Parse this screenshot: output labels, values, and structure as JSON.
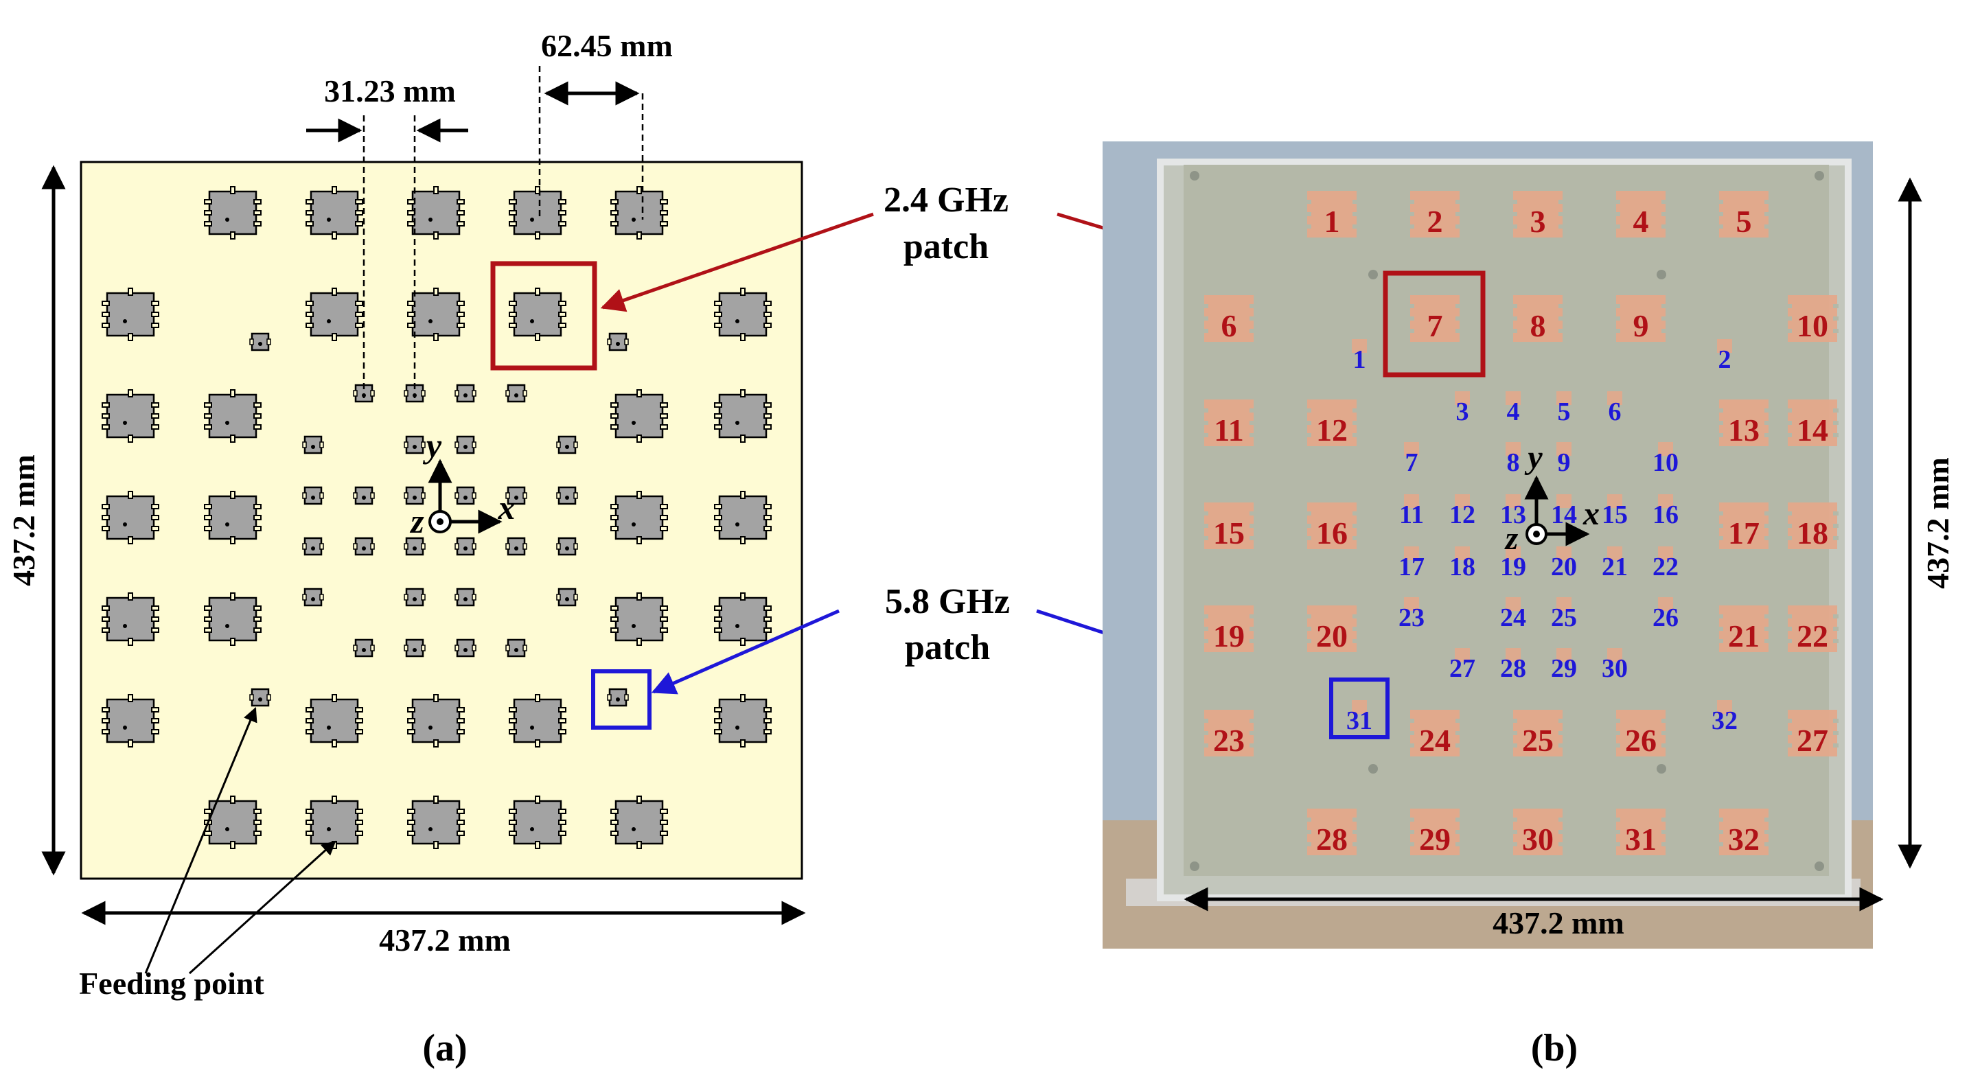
{
  "figure": {
    "panel_a": {
      "caption": "(a)",
      "dim_top_wide": "62.45 mm",
      "dim_top_narrow": "31.23 mm",
      "dim_left": "437.2 mm",
      "dim_bottom": "437.2 mm",
      "feeding_point_label": "Feeding point",
      "axis_x": "x",
      "axis_y": "y",
      "axis_z": "z"
    },
    "callouts": {
      "patch_24_line1": "2.4 GHz",
      "patch_24_line2": "patch",
      "patch_58_line1": "5.8 GHz",
      "patch_58_line2": "patch"
    },
    "panel_b": {
      "caption": "(b)",
      "dim_right": "437.2 mm",
      "dim_bottom": "437.2 mm",
      "axis_x": "x",
      "axis_y": "y",
      "axis_z": "z",
      "large_patch_labels": [
        "1",
        "2",
        "3",
        "4",
        "5",
        "6",
        "7",
        "8",
        "9",
        "10",
        "11",
        "12",
        "13",
        "14",
        "15",
        "16",
        "17",
        "18",
        "19",
        "20",
        "21",
        "22",
        "23",
        "24",
        "25",
        "26",
        "27",
        "28",
        "29",
        "30",
        "31",
        "32"
      ],
      "small_patch_labels": [
        "1",
        "2",
        "3",
        "4",
        "5",
        "6",
        "7",
        "8",
        "9",
        "10",
        "11",
        "12",
        "13",
        "14",
        "15",
        "16",
        "17",
        "18",
        "19",
        "20",
        "21",
        "22",
        "23",
        "24",
        "25",
        "26",
        "27",
        "28",
        "29",
        "30",
        "31",
        "32"
      ]
    },
    "colors": {
      "board_a": "#fefbd4",
      "patch_gray": "#a3a3a3",
      "highlight_red": "#b01117",
      "highlight_blue": "#1e17d8",
      "photo_bg": "#a8b8c8",
      "photo_board": "#b4b8a8",
      "copper": "#e5a78a"
    }
  }
}
